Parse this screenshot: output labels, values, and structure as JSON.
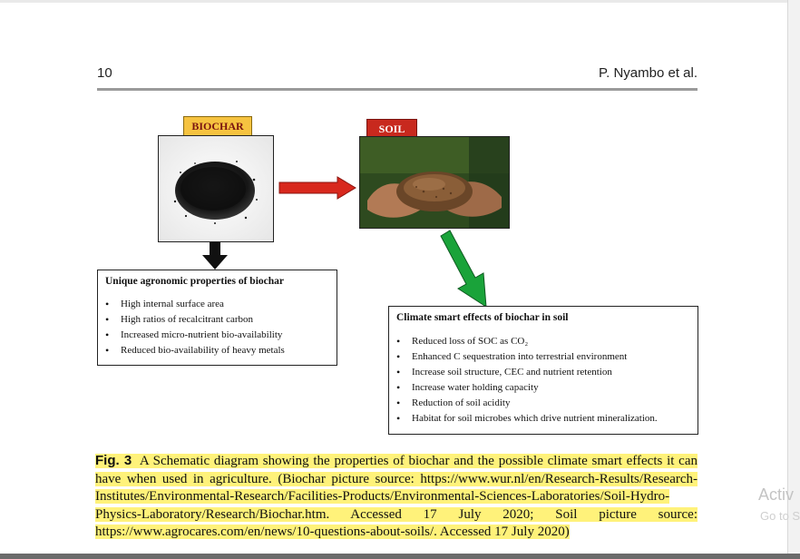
{
  "header": {
    "page_number": "10",
    "authors": "P. Nyambo et al."
  },
  "diagram": {
    "biochar_label": "BIOCHAR",
    "soil_label": "SOIL",
    "left_box": {
      "title": "Unique agronomic properties of biochar",
      "items": [
        "High internal surface area",
        "High ratios of recalcitrant carbon",
        "Increased micro-nutrient bio-availability",
        "Reduced bio-availability of heavy metals"
      ]
    },
    "right_box": {
      "title": "Climate smart effects of biochar in soil",
      "items": [
        "Reduced loss of SOC as CO₂",
        "Enhanced C sequestration into terrestrial environment",
        "Increase soil structure, CEC and nutrient retention",
        "Increase water holding capacity",
        "Reduction of soil acidity",
        "Habitat for soil microbes which drive nutrient mineralization."
      ]
    },
    "colors": {
      "biochar_label_bg": "#f6c340",
      "soil_label_bg": "#c8291e",
      "red_arrow": "#d8281d",
      "green_arrow": "#1aa33a",
      "highlight": "#fff27a"
    }
  },
  "caption": {
    "label": "Fig. 3",
    "text": "A Schematic diagram showing the properties of biochar and the possible climate smart effects it can have when used in agriculture. (Biochar picture source: https://www.wur.nl/en/Research-Results/Research-Institutes/Environmental-Research/Facilities-Products/Environmental-Sciences-Laboratories/Soil-Hydro-Physics-Laboratory/Research/Biochar.htm. Accessed 17 July 2020; Soil picture source: https://www.agrocares.com/en/news/10-questions-about-soils/. Accessed 17 July 2020)"
  },
  "overlay": {
    "watermark_line1": "Activ",
    "watermark_line2": "Go to S"
  }
}
